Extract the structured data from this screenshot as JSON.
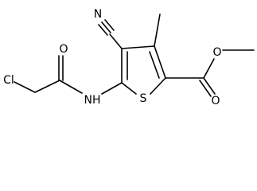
{
  "atoms": {
    "cl": "Cl",
    "amide_o": "O",
    "amide_n": "NH",
    "ring_s": "S",
    "nitrile_n": "N",
    "ester_o_double": "O",
    "ester_o_single": "O"
  }
}
